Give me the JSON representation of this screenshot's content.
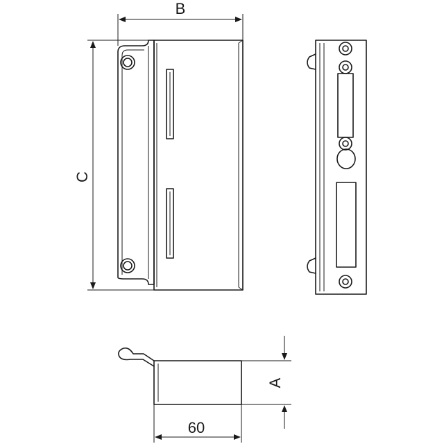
{
  "dimensions": {
    "b_label": "B",
    "c_label": "C",
    "a_label": "A",
    "width_value": "60"
  }
}
